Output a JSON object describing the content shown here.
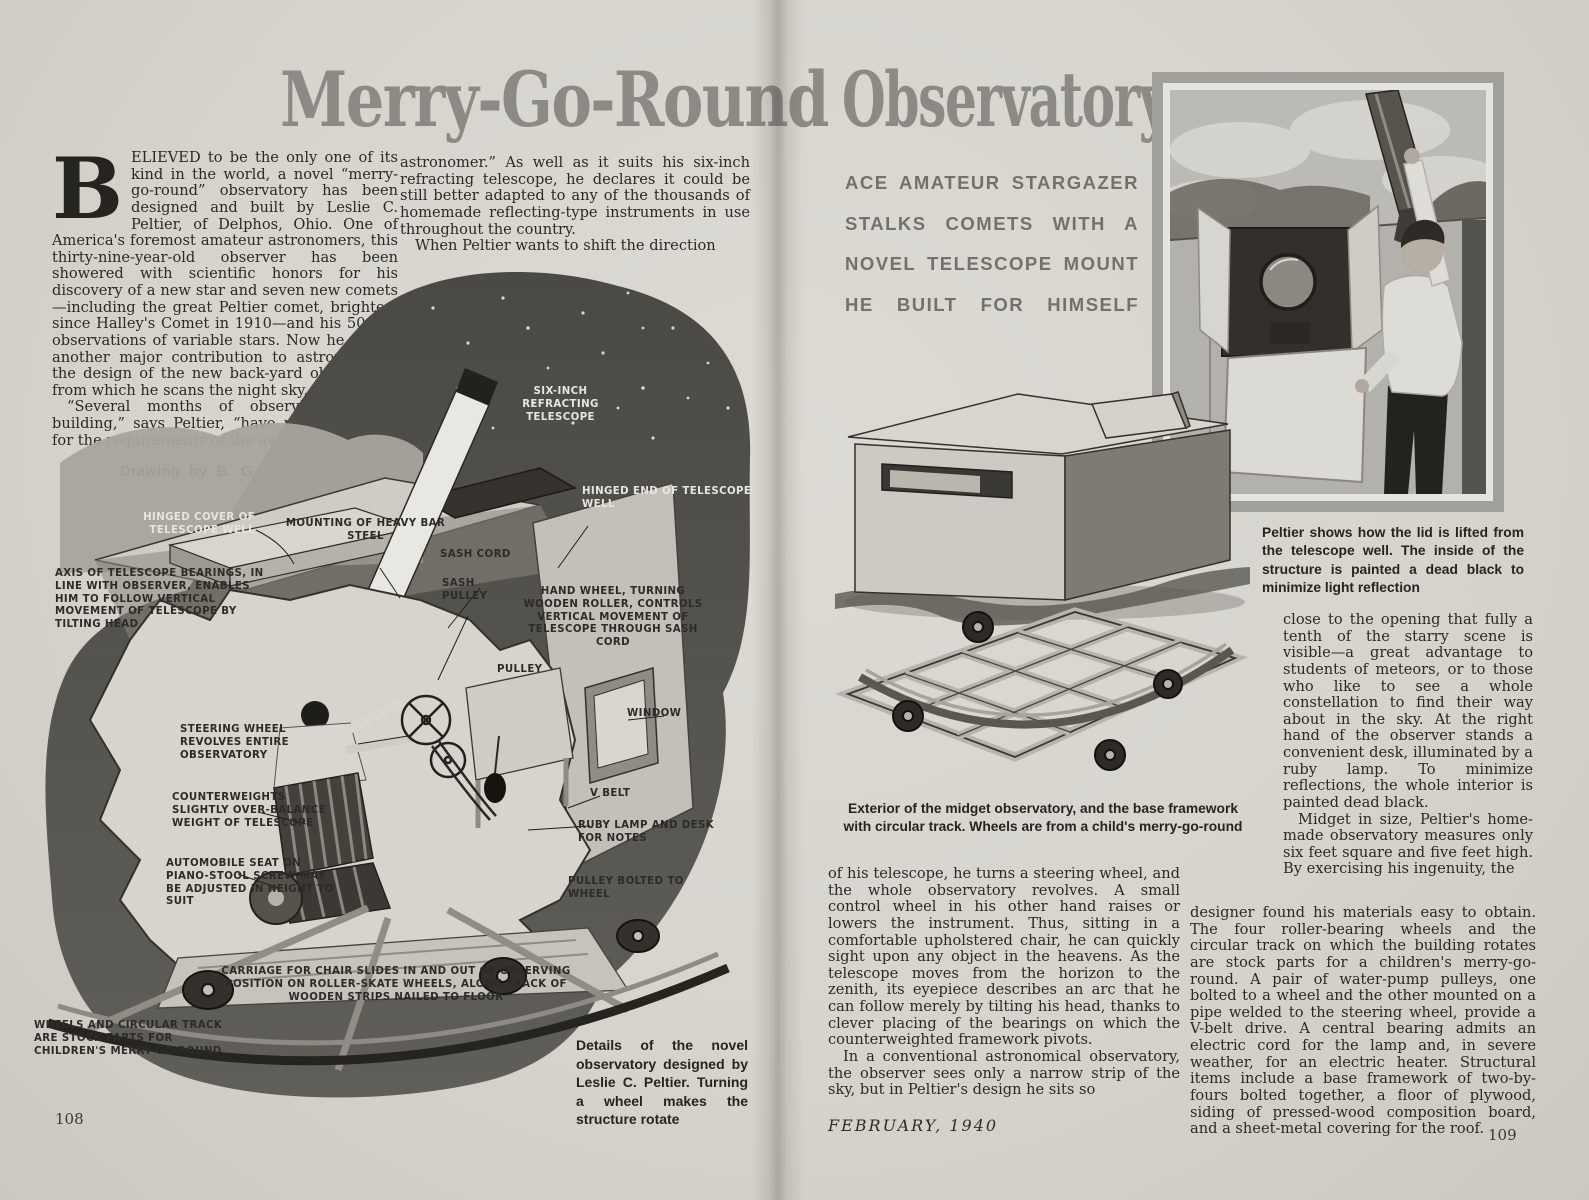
{
  "colors": {
    "paper": "#d9d6d0",
    "ink": "#2b2923",
    "title_gray": "#8c8a85",
    "night_sky": "#56544f"
  },
  "page_left": {
    "title": "Merry-Go-Round",
    "page_number": "108",
    "drawing_credit": "Drawing by B. G. SEIELSTAD",
    "col1": {
      "drop_cap": "B",
      "p1": "ELIEVED to be the only one of its kind in the world, a novel “merry-go-round” observatory has been designed and built by Leslie C. Peltier, of Delphos, Ohio. One of America's foremost amateur astronomers, this thirty-nine-year-old observer has been showered with scientific honors for his discovery of a new star and seven new comets—including the great Peltier comet, brightest since Halley's Comet in 1910—and his 50,000 observations of variable stars. Now he makes another major contribution to astronomy in the design of the new back-yard observatory from which he scans the night sky.",
      "p2": "“Several months of observing in this building,” says Peltier, “have proved it ideal for the requirements of the average amateur"
    },
    "col2": {
      "p1": "astronomer.” As well as it suits his six-inch refracting telescope, he declares it could be still better adapted to any of the thousands of homemade reflecting-type instruments in use throughout the country.",
      "p2": "When Peltier wants to shift the direction"
    },
    "labels": [
      "HINGED COVER OF TELESCOPE WELL",
      "MOUNTING OF HEAVY BAR STEEL",
      "SIX-INCH REFRACTING TELESCOPE",
      "HINGED END OF TELESCOPE WELL",
      "AXIS OF TELESCOPE BEARINGS, IN LINE WITH OBSERVER, ENABLES HIM TO FOLLOW VERTICAL MOVEMENT OF TELESCOPE BY TILTING HEAD",
      "SASH CORD",
      "SASH PULLEY",
      "HAND WHEEL, TURNING WOODEN ROLLER, CONTROLS VERTICAL MOVEMENT OF TELESCOPE THROUGH SASH CORD",
      "PULLEY",
      "WINDOW",
      "V BELT",
      "RUBY LAMP AND DESK FOR NOTES",
      "PULLEY BOLTED TO WHEEL",
      "STEERING WHEEL REVOLVES ENTIRE OBSERVATORY",
      "COUNTERWEIGHTS SLIGHTLY OVER-BALANCE WEIGHT OF TELESCOPE",
      "AUTOMOBILE SEAT ON PIANO-STOOL SCREW MAY BE ADJUSTED IN HEIGHT TO SUIT",
      "CARRIAGE FOR CHAIR SLIDES IN AND OUT OF OBSERVING POSITION ON ROLLER-SKATE WHEELS, ALONG TRACK OF WOODEN STRIPS NAILED TO FLOOR",
      "WHEELS AND CIRCULAR TRACK ARE STOCK PARTS FOR CHILDREN'S MERRY-GO-ROUND"
    ],
    "caption": "Details of the novel observatory designed by Leslie C. Peltier. Turning a wheel makes the structure rotate"
  },
  "page_right": {
    "title": "Observatory",
    "page_number": "109",
    "footer_date": "FEBRUARY, 1940",
    "deck": [
      "ACE AMATEUR STARGAZER",
      "STALKS COMETS WITH A",
      "NOVEL TELESCOPE MOUNT",
      "HE BUILT FOR HIMSELF"
    ],
    "photo_caption": "Peltier shows how the lid is lifted from the telescope well. The inside of the structure is painted a dead black to minimize light reflection",
    "exterior_caption": "Exterior of the midget observatory, and the base framework with circular track. Wheels are from a child's merry-go-round",
    "body": {
      "narrow_p1": "close to the opening that fully a tenth of the starry scene is visible—a great advantage to students of meteors, or to those who like to see a whole constellation to find their way about in the sky. At the right hand of the observer stands a convenient desk, illuminated by a ruby lamp. To minimize reflections, the whole interior is painted dead black.",
      "narrow_p2": "Midget in size, Peltier's home-made observatory measures only six feet square and five feet high. By exercising his ingenuity, the",
      "wide_p": "designer found his materials easy to obtain. The four roller-bearing wheels and the circular track on which the building rotates are stock parts for a children's merry-go-round. A pair of water-pump pulleys, one bolted to a wheel and the other mounted on a pipe welded to the steering wheel, provide a V-belt drive. A central bearing admits an electric cord for the lamp and, in severe weather, for an electric heater. Structural items include a base framework of two-by-fours bolted together, a floor of plywood, siding of pressed-wood composition board, and a sheet-metal covering for the roof.",
      "bottomleft_p1": "of his telescope, he turns a steering wheel, and the whole observatory revolves. A small control wheel in his other hand raises or lowers the instrument. Thus, sitting in a comfortable upholstered chair, he can quickly sight upon any object in the heavens. As the telescope moves from the horizon to the zenith, its eyepiece describes an arc that he can follow merely by tilting his head, thanks to clever placing of the bearings on which the counterweighted framework pivots.",
      "bottomleft_p2": "In a conventional astronomical observatory, the observer sees only a narrow strip of the sky, but in Peltier's design he sits so"
    }
  }
}
